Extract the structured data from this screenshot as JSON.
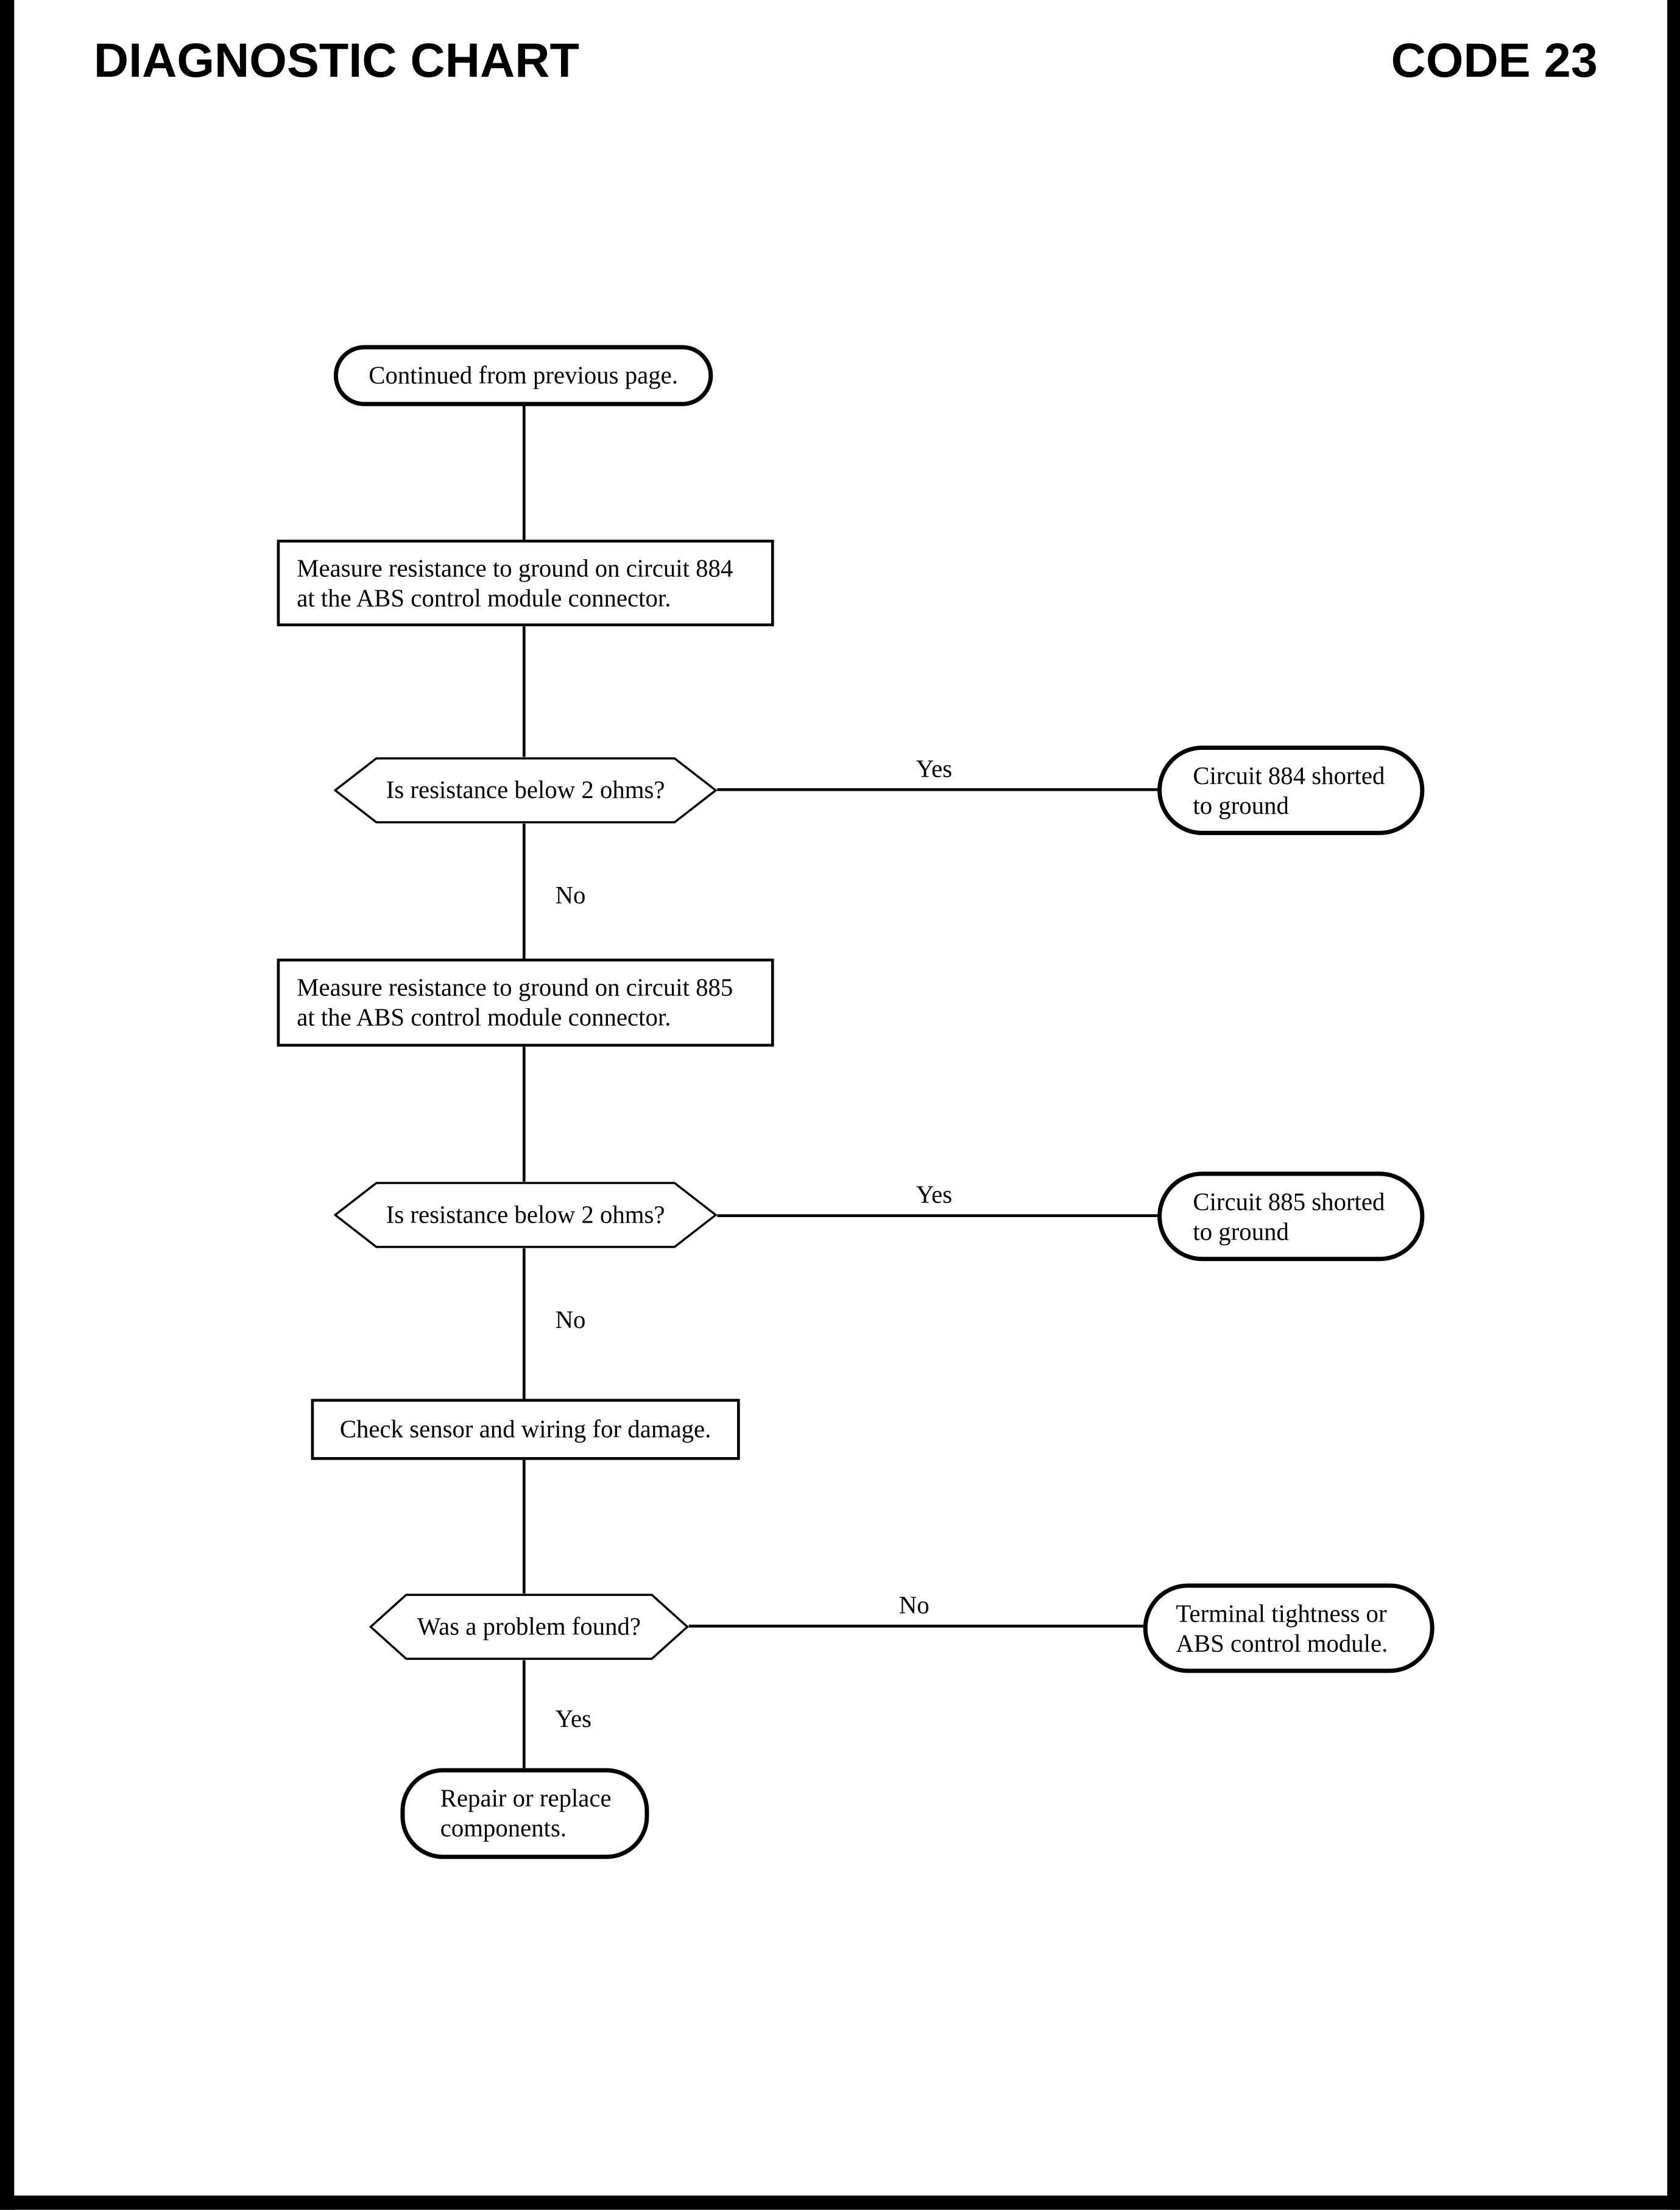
{
  "header": {
    "left": "DIAGNOSTIC CHART",
    "right": "CODE 23"
  },
  "labels": {
    "yes": "Yes",
    "no": "No"
  },
  "nodes": {
    "start": {
      "label": "Continued from previous page."
    },
    "measure884": {
      "line1": "Measure resistance to ground on circuit 884",
      "line2": "at the ABS control module connector."
    },
    "decision884": {
      "label": "Is resistance below 2 ohms?"
    },
    "result884": {
      "line1": "Circuit 884 shorted",
      "line2": "to ground"
    },
    "measure885": {
      "line1": "Measure resistance to ground on circuit 885",
      "line2": "at the ABS control module connector."
    },
    "decision885": {
      "label": "Is resistance below 2 ohms?"
    },
    "result885": {
      "line1": "Circuit 885 shorted",
      "line2": "to ground"
    },
    "check": {
      "label": "Check sensor and wiring for damage."
    },
    "problem": {
      "label": "Was a problem found?"
    },
    "terminal_result": {
      "line1": "Terminal tightness or",
      "line2": "ABS control module."
    },
    "repair": {
      "line1": "Repair or replace",
      "line2": "components."
    }
  },
  "colors": {
    "ink": "#000000",
    "paper": "#ffffff"
  }
}
